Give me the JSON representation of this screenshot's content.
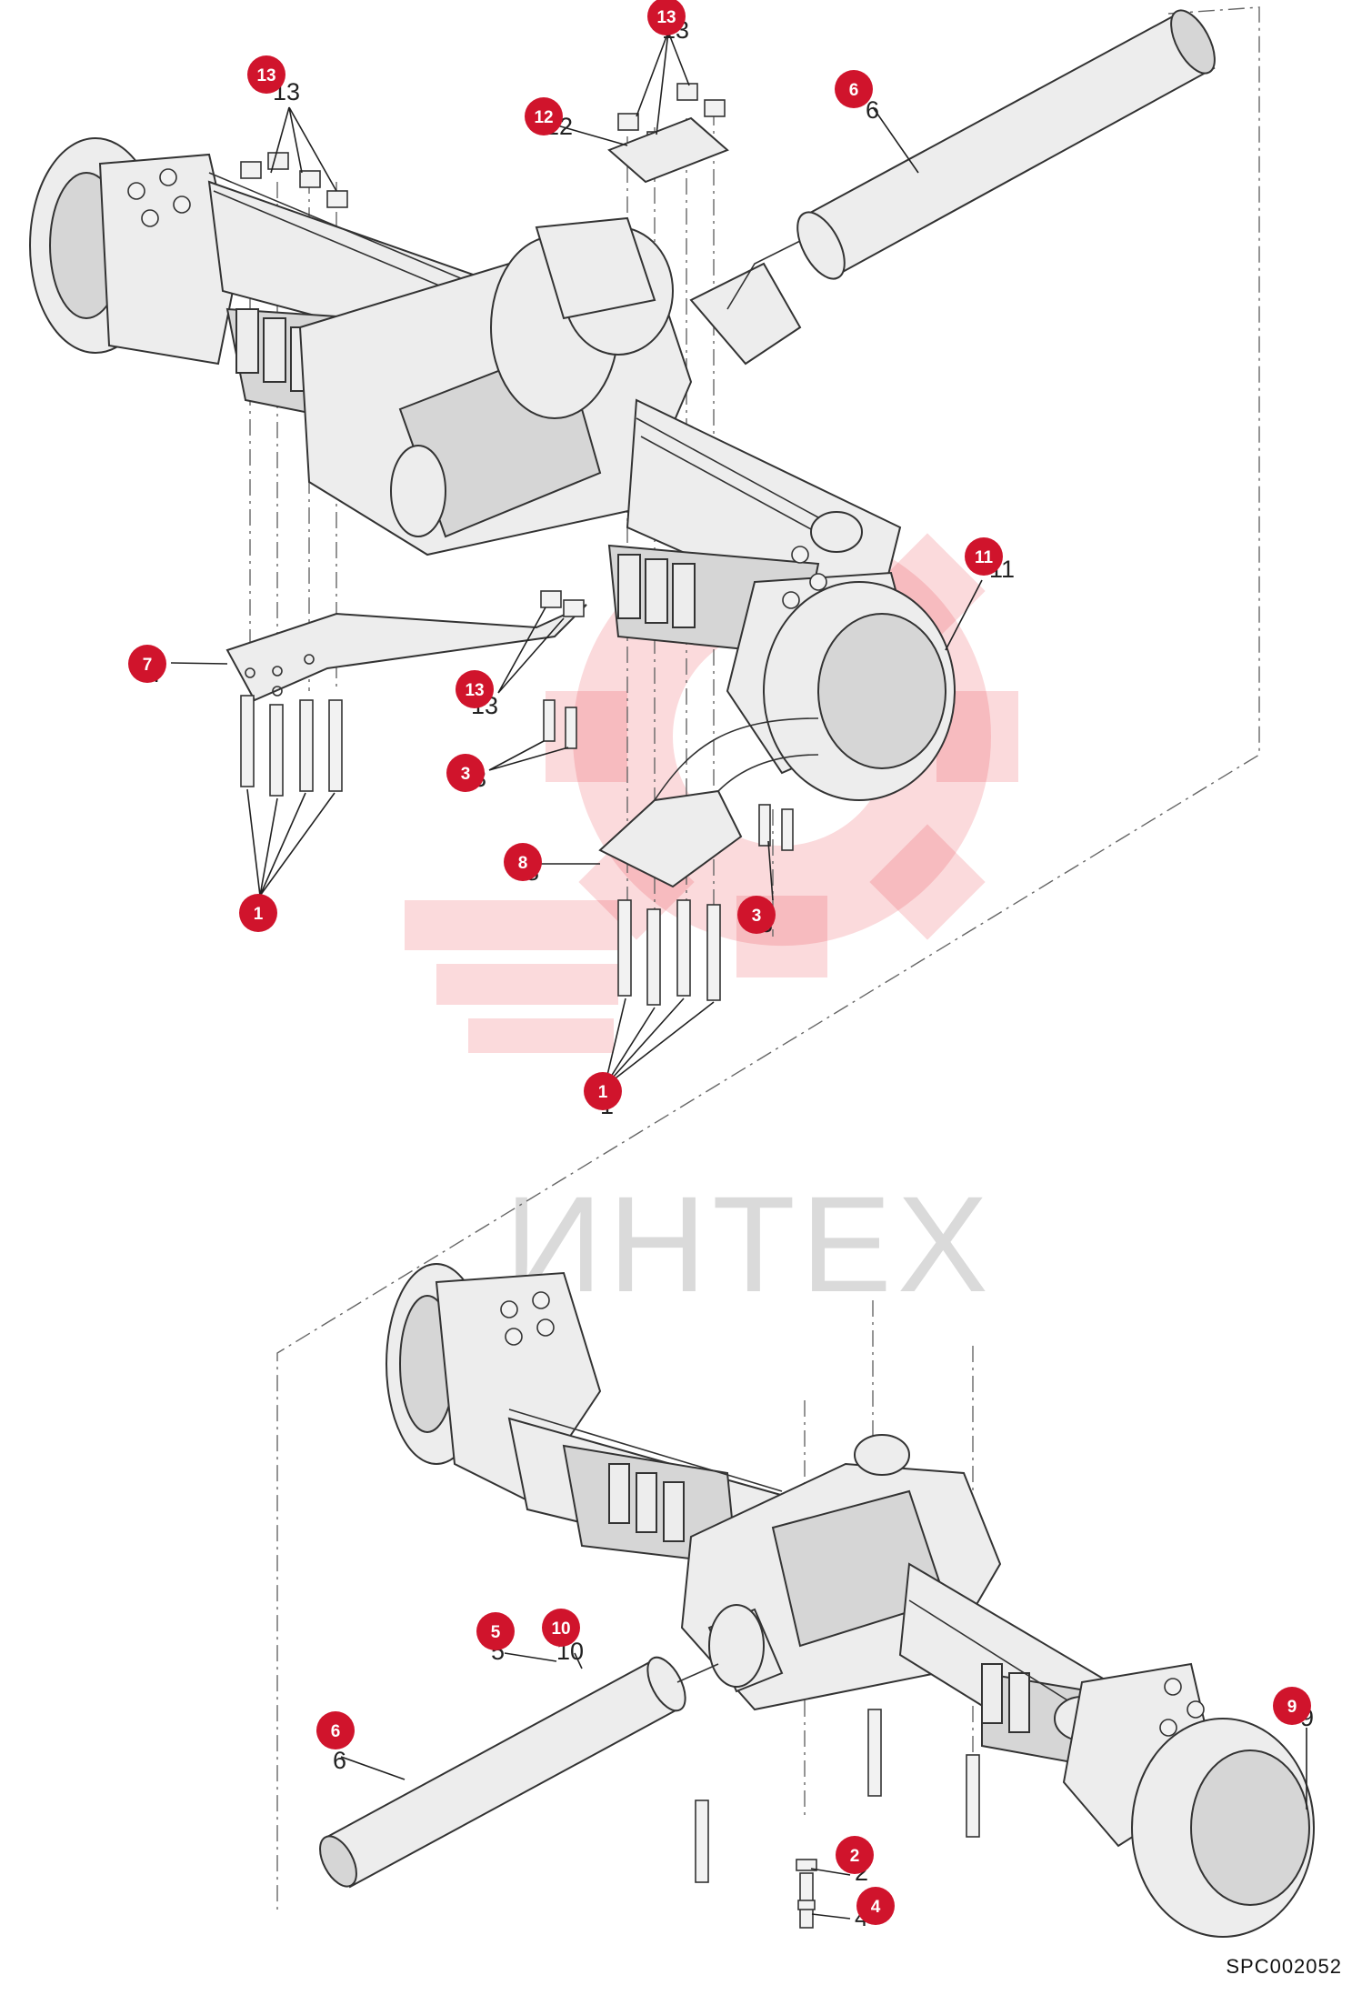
{
  "watermark": {
    "text": "ИНТЕХ"
  },
  "diagram_code": "SPC002052",
  "callouts": [
    {
      "id": "c13a",
      "label": "13"
    },
    {
      "id": "c13b",
      "label": "13"
    },
    {
      "id": "c12",
      "label": "12"
    },
    {
      "id": "c6a",
      "label": "6"
    },
    {
      "id": "c11",
      "label": "11"
    },
    {
      "id": "c7",
      "label": "7"
    },
    {
      "id": "c13c",
      "label": "13"
    },
    {
      "id": "c3a",
      "label": "3"
    },
    {
      "id": "c1a",
      "label": "1"
    },
    {
      "id": "c8",
      "label": "8"
    },
    {
      "id": "c3b",
      "label": "3"
    },
    {
      "id": "c1b",
      "label": "1"
    },
    {
      "id": "c5",
      "label": "5"
    },
    {
      "id": "c10",
      "label": "10"
    },
    {
      "id": "c6b",
      "label": "6"
    },
    {
      "id": "c9",
      "label": "9"
    },
    {
      "id": "c2",
      "label": "2"
    },
    {
      "id": "c4",
      "label": "4"
    }
  ],
  "colors": {
    "badge": "#d0142c",
    "watermark": "#e8333d"
  }
}
